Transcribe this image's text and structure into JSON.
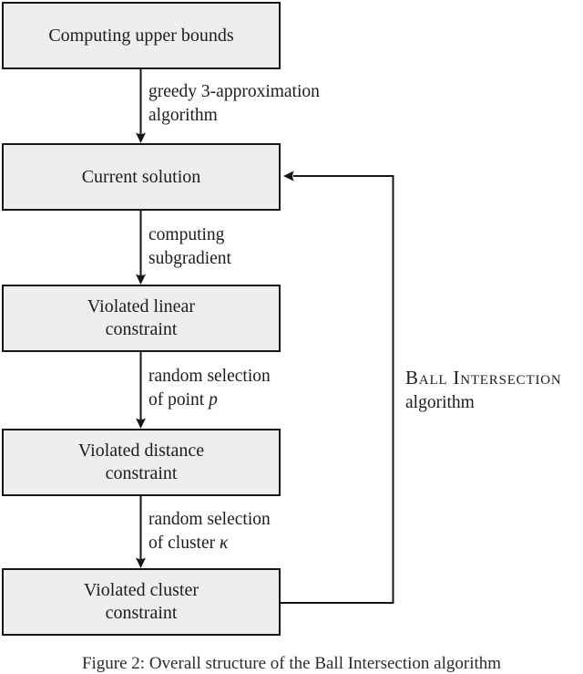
{
  "colors": {
    "box_fill": "#eeeeee",
    "line": "#161616",
    "text": "#1c1c1c"
  },
  "diagram": {
    "boxes": [
      {
        "line1": "Computing upper bounds",
        "line2": ""
      },
      {
        "line1": "Current solution",
        "line2": ""
      },
      {
        "line1": "Violated linear",
        "line2": "constraint"
      },
      {
        "line1": "Violated distance",
        "line2": "constraint"
      },
      {
        "line1": "Violated cluster",
        "line2": "constraint"
      }
    ],
    "edges": [
      {
        "line1": "greedy 3-approximation",
        "line2": "algorithm",
        "math": ""
      },
      {
        "line1": "computing",
        "line2": "subgradient",
        "math": ""
      },
      {
        "line1": "random selection",
        "line2": "of point ",
        "math": "p"
      },
      {
        "line1": "random selection",
        "line2": "of cluster ",
        "math": "κ"
      }
    ],
    "loop_label": {
      "line1": "Ball Intersection",
      "line2": "algorithm"
    },
    "caption": "Figure 2: Overall structure of the Ball Intersection algorithm"
  }
}
